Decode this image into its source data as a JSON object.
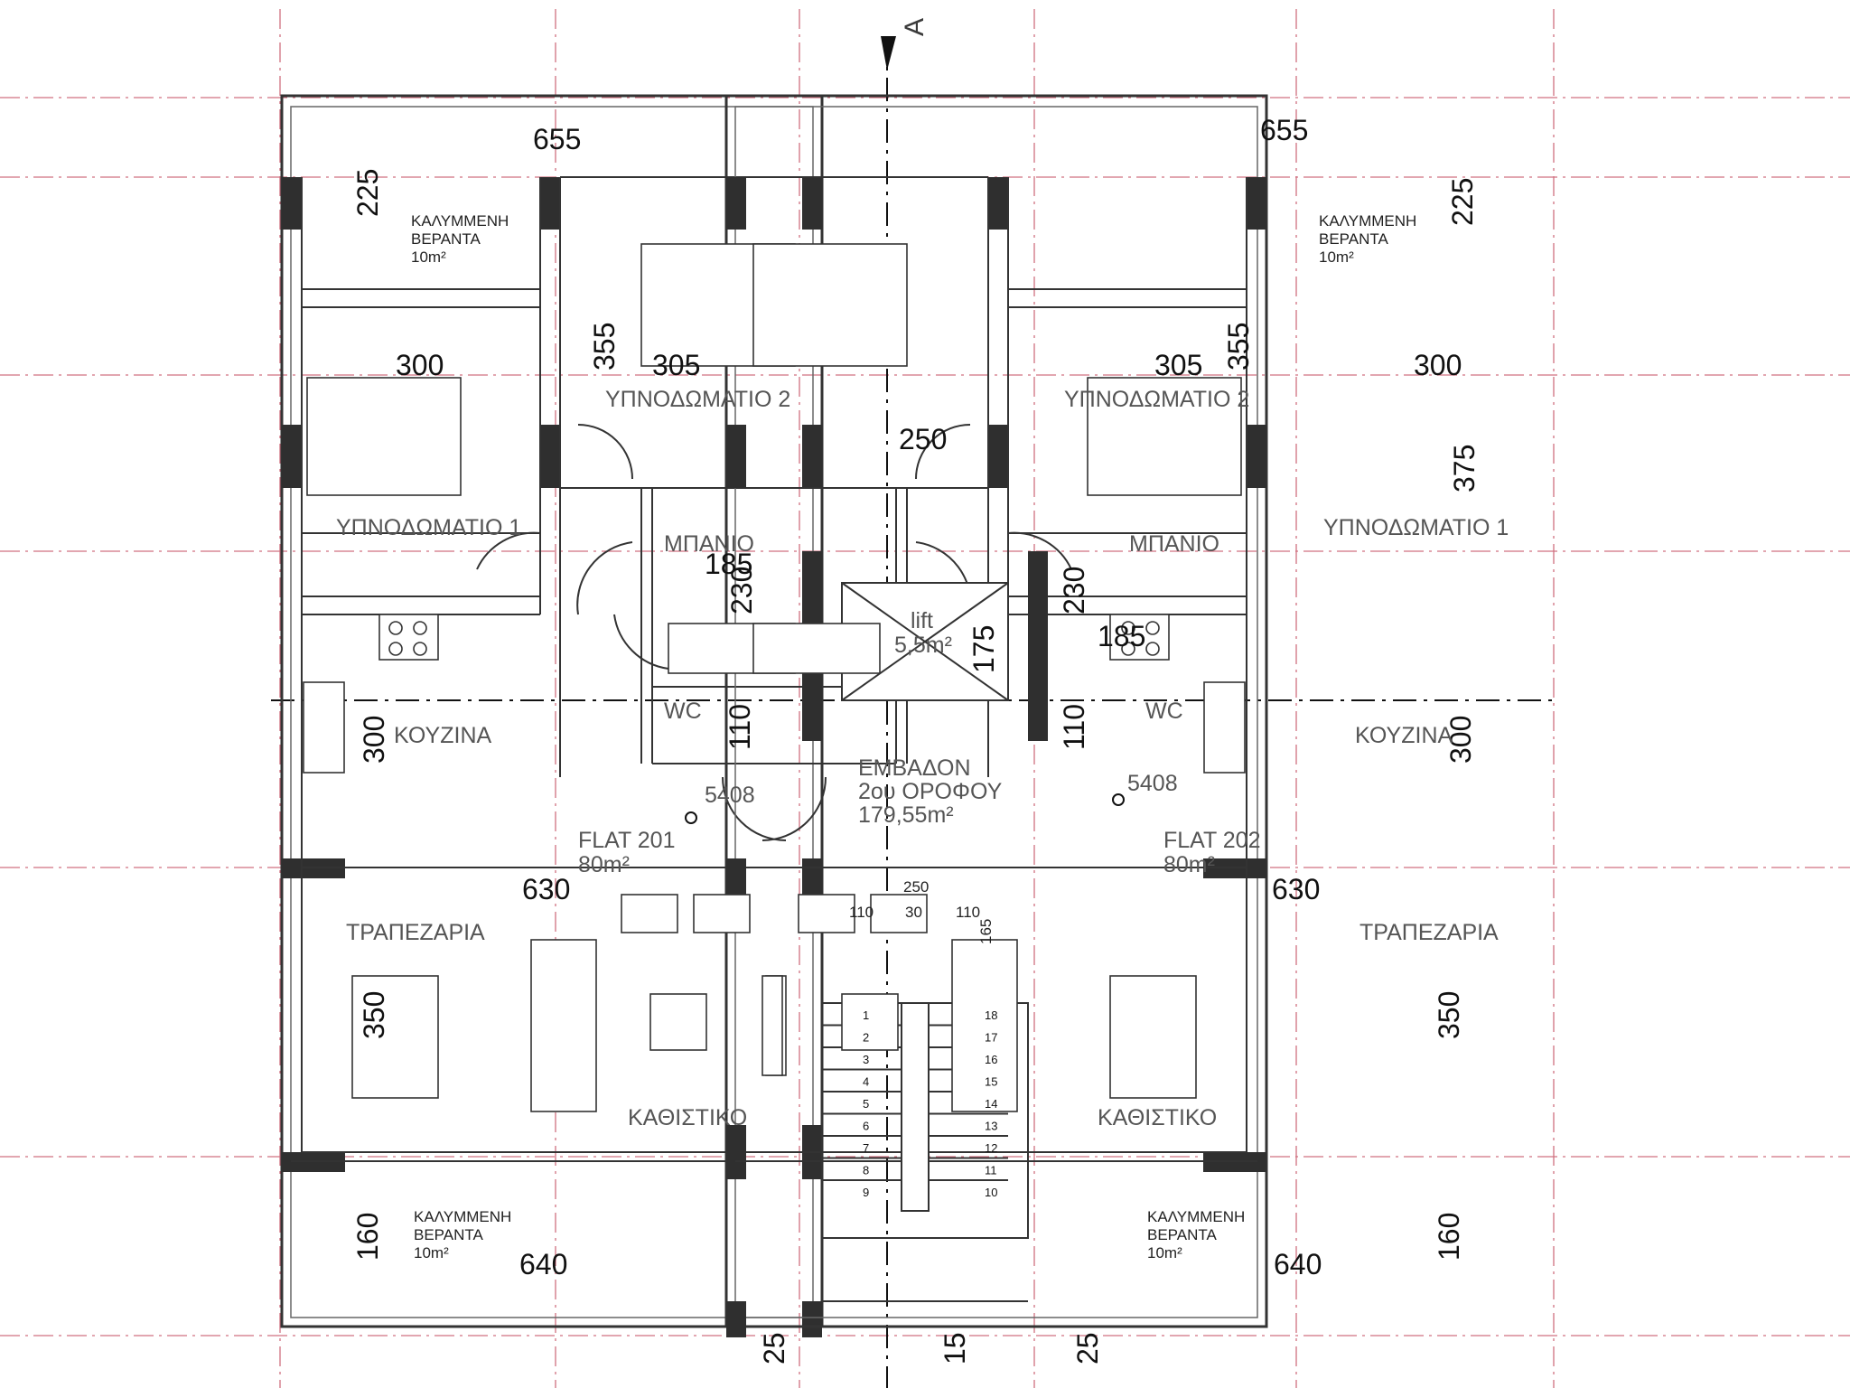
{
  "section_marker": "A",
  "dimensions": {
    "top_left": "655",
    "top_right": "655",
    "veranda_top_left_h": "225",
    "veranda_top_right_h": "225",
    "bed1_left_w": "300",
    "bed1_right_w": "300",
    "bed2_left_w": "305",
    "bed2_right_w": "305",
    "bed2_left_h": "355",
    "bed2_right_h": "355",
    "bed1_right_h": "375",
    "corridor_w": "250",
    "bath_left_w": "185",
    "bath_right_w": "185",
    "bath_left_h": "230",
    "bath_right_h": "230",
    "lift_h": "175",
    "wc_left_h": "110",
    "wc_right_h": "110",
    "kitchen_left_h": "300",
    "kitchen_right_h": "300",
    "living_left_w": "630",
    "living_right_w": "630",
    "dining_left_h": "350",
    "dining_right_h": "350",
    "stair_total_w": "250",
    "stair_a": "110",
    "stair_gap": "30",
    "stair_b": "110",
    "stair_landing": "165",
    "veranda_bottom_left_h": "160",
    "veranda_bottom_right_h": "160",
    "veranda_bottom_left_w": "640",
    "veranda_bottom_right_w": "640",
    "edge_left": "25",
    "edge_mid": "15",
    "edge_right": "25"
  },
  "rooms": {
    "veranda_label_1": "ΚΑΛΥΜΜΕΝΗ",
    "veranda_label_2": "ΒΕΡΑΝΤΑ",
    "veranda_area": "10m²",
    "bedroom_1": "ΥΠΝΟΔΩΜΑΤΙΟ 1",
    "bedroom_2": "ΥΠΝΟΔΩΜΑΤΙΟ 2",
    "bathroom": "ΜΠΑΝΙΟ",
    "wc": "WC",
    "kitchen": "ΚΟΥΖΙΝΑ",
    "dining": "ΤΡΑΠΕΖΑΡΙΑ",
    "living": "ΚΑΘΙΣΤΙΚΟ",
    "lift": "lift",
    "lift_area": "5,5m²"
  },
  "flats": [
    {
      "name": "FLAT 201",
      "area": "80m²",
      "level": "5408"
    },
    {
      "name": "FLAT 202",
      "area": "80m²",
      "level": "5408"
    }
  ],
  "floor_area": {
    "line1": "ΕΜΒΑΔΟΝ",
    "line2": "2ου ΟΡΟΦΟΥ",
    "line3": "179,55m²"
  },
  "stairs": {
    "left": [
      "1",
      "2",
      "3",
      "4",
      "5",
      "6",
      "7",
      "8",
      "9"
    ],
    "right": [
      "18",
      "17",
      "16",
      "15",
      "14",
      "13",
      "12",
      "11",
      "10"
    ]
  }
}
